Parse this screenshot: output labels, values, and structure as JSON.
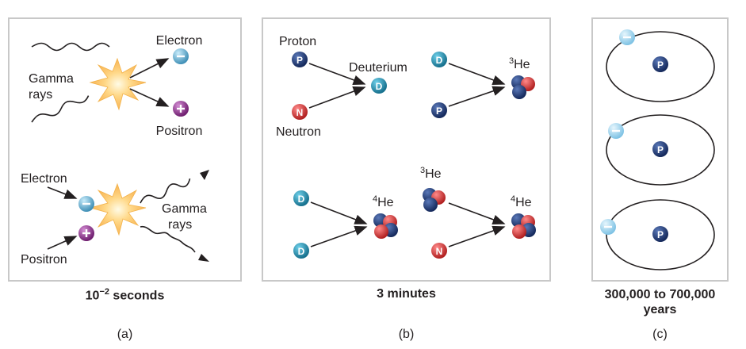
{
  "panel_a": {
    "top": {
      "electron": "Electron",
      "gamma_1": "Gamma",
      "gamma_2": "rays",
      "positron": "Positron"
    },
    "bottom": {
      "electron": "Electron",
      "gamma_1": "Gamma",
      "gamma_2": "rays",
      "positron": "Positron"
    },
    "caption_base": "10",
    "caption_exp": "−2",
    "caption_rest": " seconds",
    "label": "(a)"
  },
  "panel_b": {
    "proton": "Proton",
    "neutron": "Neutron",
    "deuterium": "Deuterium",
    "he3_mass": "3",
    "he3_sym": "He",
    "he3_mass_b": "3",
    "he3_sym_b": "He",
    "he4_mass_1": "4",
    "he4_sym_1": "He",
    "he4_mass_2": "4",
    "he4_sym_2": "He",
    "caption": "3 minutes",
    "label": "(b)"
  },
  "panel_c": {
    "caption_1": "300,000 to 700,000",
    "caption_2": "years",
    "label": "(c)"
  },
  "particles": {
    "proton": "P",
    "neutron": "N",
    "deuteron": "D",
    "electron": "−",
    "positron": "+"
  },
  "colors": {
    "proton": "#1f3a6e",
    "neutron": "#d43a3a",
    "deuteron": "#1e88a8",
    "electron": "#5fa8cc",
    "positron": "#8a2a8a",
    "electron_orbit": "#9fd3f0",
    "flash": "#ffd27a",
    "panel_border": "#c8c8c8"
  }
}
